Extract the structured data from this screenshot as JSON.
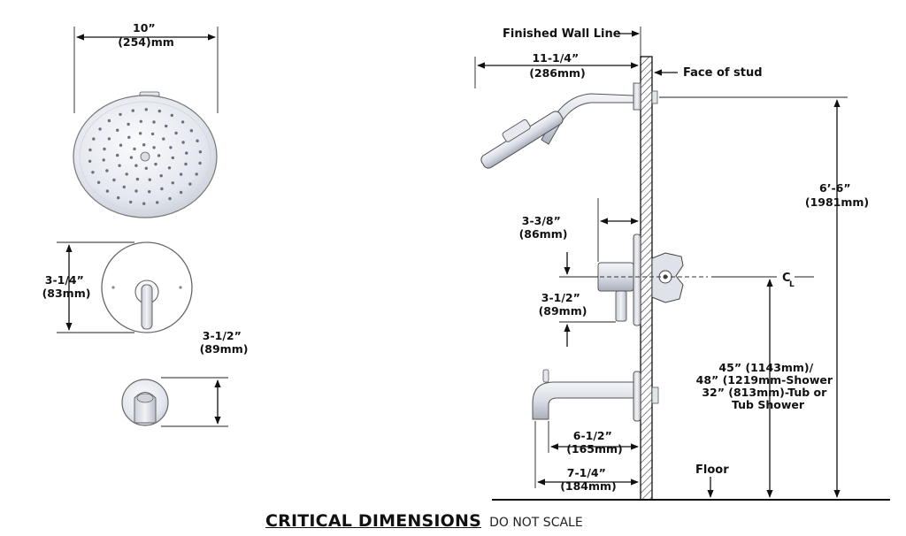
{
  "dimensions": {
    "head_width": {
      "lines": [
        "10”",
        "(254)mm"
      ]
    },
    "valve_trim_height": {
      "lines": [
        "3-1/4”",
        "(83mm)"
      ]
    },
    "spout_height": {
      "lines": [
        "3-1/2”",
        "(89mm)"
      ]
    },
    "showerhead_reach": {
      "lines": [
        "11-1/4”",
        "(286mm)"
      ]
    },
    "valve_projection": {
      "lines": [
        "3-3/8”",
        "(86mm)"
      ]
    },
    "handle_height": {
      "lines": [
        "3-1/2”",
        "(89mm)"
      ]
    },
    "head_elevation": {
      "lines": [
        "6’-6”",
        "(1981mm)"
      ]
    },
    "valve_elevation": {
      "lines": [
        "45” (1143mm)/",
        "48” (1219mm-Shower",
        "32” (813mm)-Tub or",
        "Tub Shower"
      ]
    },
    "spout_reach_short": {
      "lines": [
        "6-1/2”",
        "(165mm)"
      ]
    },
    "spout_reach_long": {
      "lines": [
        "7-1/4”",
        "(184mm)"
      ]
    }
  },
  "labels": {
    "finished_wall_line": "Finished Wall Line",
    "face_of_stud": "Face of stud",
    "floor": "Floor",
    "centerline_symbol": "C",
    "centerline_subscript": "L"
  },
  "footer": {
    "title": "CRITICAL DIMENSIONS",
    "subtitle": "DO NOT SCALE"
  }
}
